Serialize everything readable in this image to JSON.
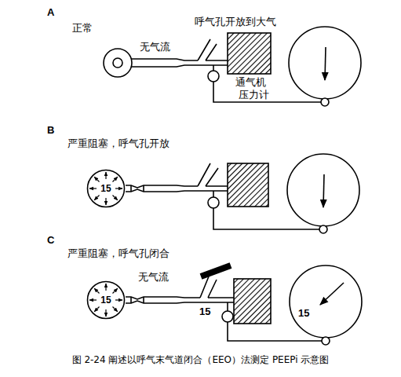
{
  "diagram": {
    "caption": "图 2-24 阐述以呼气末气道闭合（EEO）法测定 PEEPi 示意图",
    "nodes": [
      {
        "text": [
          "15"
        ]
      },
      {
        "text": [
          "15"
        ]
      }
    ],
    "labels": [
      "A",
      "正常",
      "无气流",
      "呼气孔开放到大气",
      "通气机",
      "压力计",
      "B",
      "严重阻塞，呼气孔开放",
      "C",
      "严重阻塞，呼气孔闭合",
      "无气流",
      "15",
      "15"
    ]
  }
}
